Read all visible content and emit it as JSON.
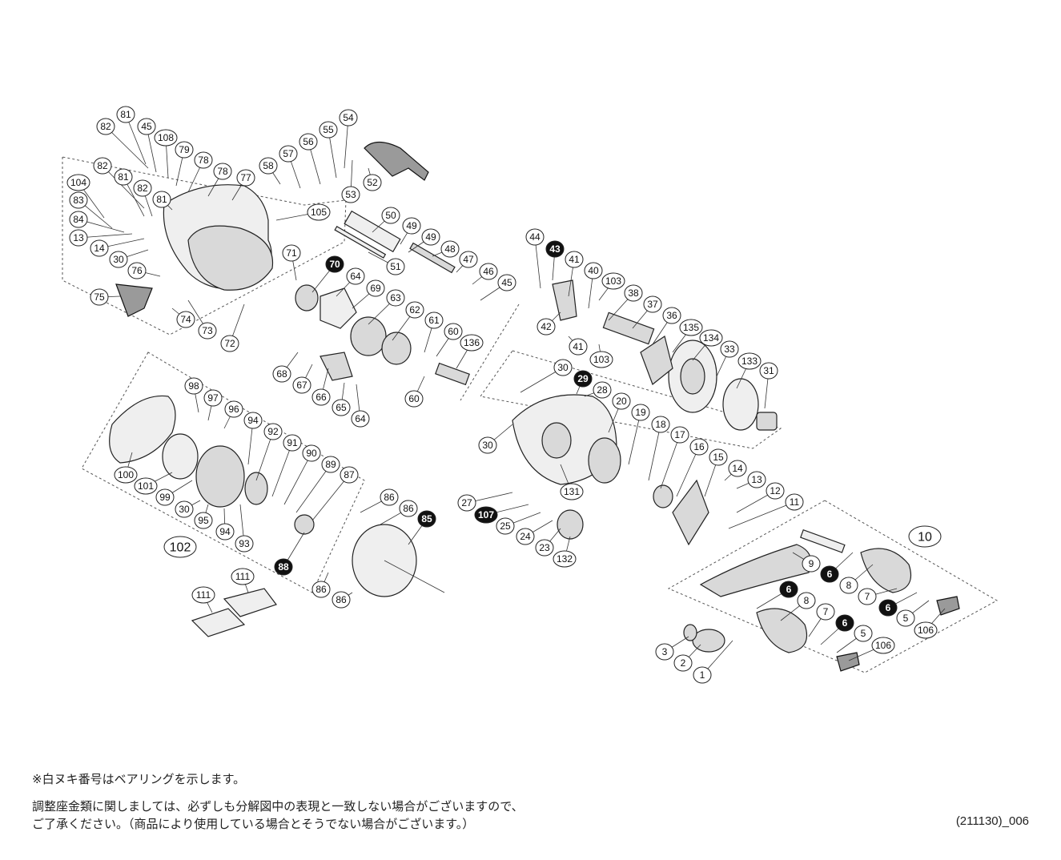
{
  "footnotes": {
    "bearing_note": "※白ヌキ番号はベアリングを示します。",
    "shim_note_line1": "調整座金類に関しましては、必ずしも分解図中の表現と一致しない場合がございますので、",
    "shim_note_line2": "ご了承ください。（商品により使用している場合とそうでない場合がございます。）"
  },
  "diagram_code": "(211130)_006",
  "bearing_part_numbers": [
    "6",
    "29",
    "43",
    "70",
    "85",
    "88",
    "107"
  ],
  "assembly_labels": [
    "10",
    "102"
  ],
  "part_labels": [
    "1",
    "2",
    "3",
    "5",
    "6",
    "7",
    "8",
    "9",
    "11",
    "12",
    "13",
    "14",
    "15",
    "16",
    "17",
    "18",
    "19",
    "20",
    "23",
    "24",
    "25",
    "27",
    "28",
    "29",
    "30",
    "31",
    "33",
    "36",
    "37",
    "38",
    "40",
    "41",
    "42",
    "43",
    "44",
    "45",
    "46",
    "47",
    "48",
    "49",
    "50",
    "51",
    "52",
    "53",
    "54",
    "55",
    "56",
    "57",
    "58",
    "60",
    "61",
    "62",
    "63",
    "64",
    "65",
    "66",
    "67",
    "68",
    "69",
    "70",
    "71",
    "72",
    "73",
    "74",
    "75",
    "76",
    "77",
    "78",
    "79",
    "81",
    "82",
    "83",
    "84",
    "85",
    "86",
    "87",
    "88",
    "89",
    "90",
    "91",
    "92",
    "93",
    "94",
    "95",
    "96",
    "97",
    "98",
    "99",
    "100",
    "101",
    "102",
    "103",
    "104",
    "105",
    "106",
    "107",
    "108",
    "111",
    "131",
    "132",
    "133",
    "134",
    "135",
    "136"
  ]
}
